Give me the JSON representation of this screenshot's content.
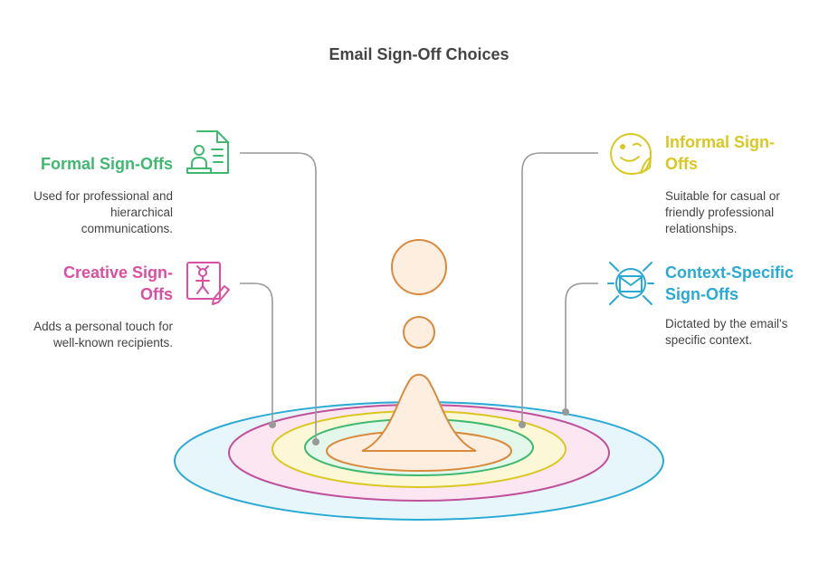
{
  "title": "Email Sign-Off Choices",
  "items": {
    "formal": {
      "label": "Formal Sign-Offs",
      "description": "Used for professional and hierarchical communications.",
      "color": "#3fb96f",
      "icon": "certificate-icon"
    },
    "informal": {
      "label": "Informal Sign-Offs",
      "description": "Suitable for casual or friendly professional relationships.",
      "color": "#d9c821",
      "icon": "wink-face-icon"
    },
    "creative": {
      "label": "Creative Sign-Offs",
      "description": "Adds a personal touch for well-known recipients.",
      "color": "#d94fa2",
      "icon": "drawing-icon"
    },
    "context": {
      "label": "Context-Specific Sign-Offs",
      "description": "Dictated by the email's specific context.",
      "color": "#29a9d3",
      "icon": "envelope-icon"
    }
  },
  "colors": {
    "connector": "#999999",
    "drop_fill": "#fdeee0",
    "drop_stroke": "#d98a3c",
    "ring_blue_fill": "#e6f6fb",
    "ring_pink_fill": "#fce6f1",
    "ring_yellow_fill": "#fcf7d7",
    "ring_green_fill": "#e3f7ea",
    "ring_orange_fill": "#fdeee0"
  }
}
